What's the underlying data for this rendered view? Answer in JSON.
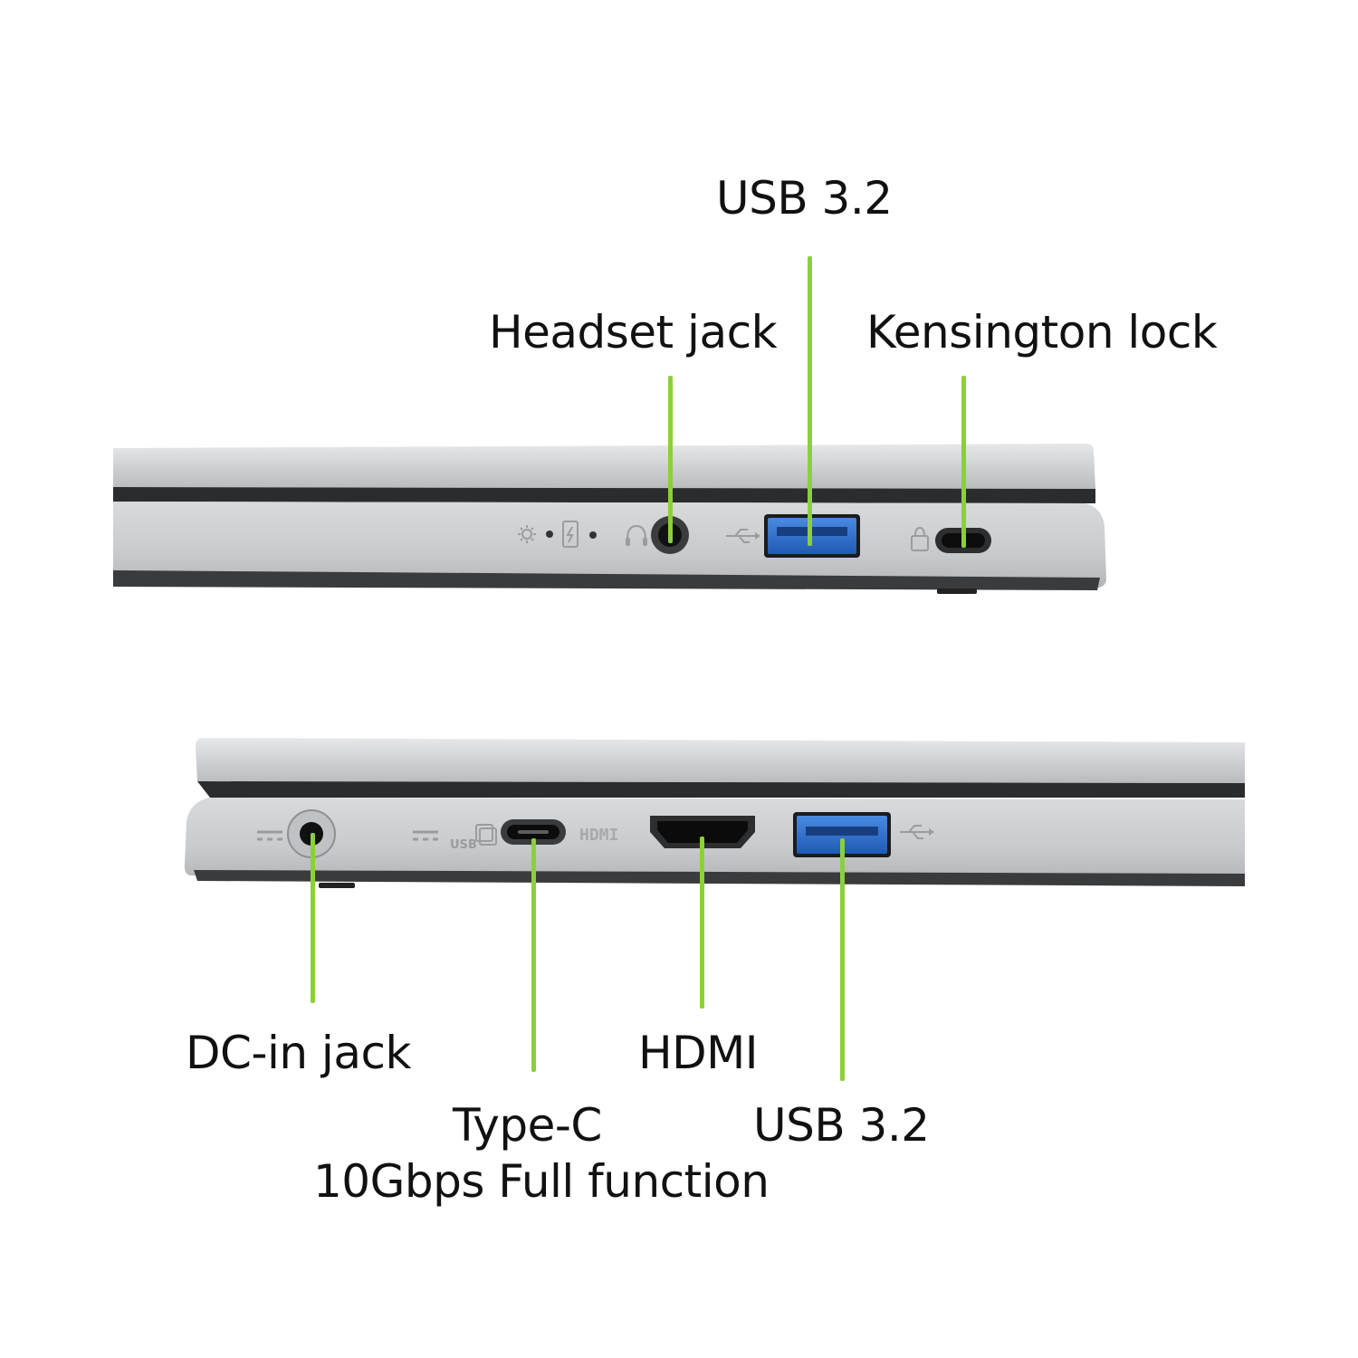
{
  "colors": {
    "accent": "#8bd03c",
    "chassis": "#c9cbce",
    "usb_port": "#2f6fc9",
    "text": "#111111"
  },
  "left_side": {
    "callouts": {
      "usb_top": "USB 3.2",
      "headset": "Headset jack",
      "kensington": "Kensington lock"
    }
  },
  "right_side": {
    "callouts": {
      "dc_in": "DC-in jack",
      "type_c_line1": "Type-C",
      "type_c_line2": "10Gbps Full function",
      "hdmi": "HDMI",
      "usb_bottom": "USB 3.2"
    }
  },
  "icons": {
    "power_led": "power-led-icon",
    "battery_led": "battery-charge-icon",
    "headset": "headset-icon",
    "usb": "usb-trident-icon",
    "lock": "kensington-lock-icon",
    "dc": "dc-power-icon",
    "usb_pd": "usb-power-display-icon",
    "hdmi_text": "HDMI"
  }
}
